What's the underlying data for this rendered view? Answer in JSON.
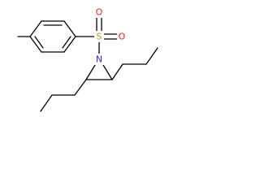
{
  "molecule": {
    "atoms": {
      "sulfur": "S",
      "oxygen_top": "O",
      "oxygen_right": "O",
      "nitrogen": "N"
    },
    "colors": {
      "bond": "#000000",
      "sulfur": "#b3a12f",
      "oxygen": "#e8231f",
      "nitrogen": "#2a2ad6",
      "background": "#ffffff"
    }
  }
}
